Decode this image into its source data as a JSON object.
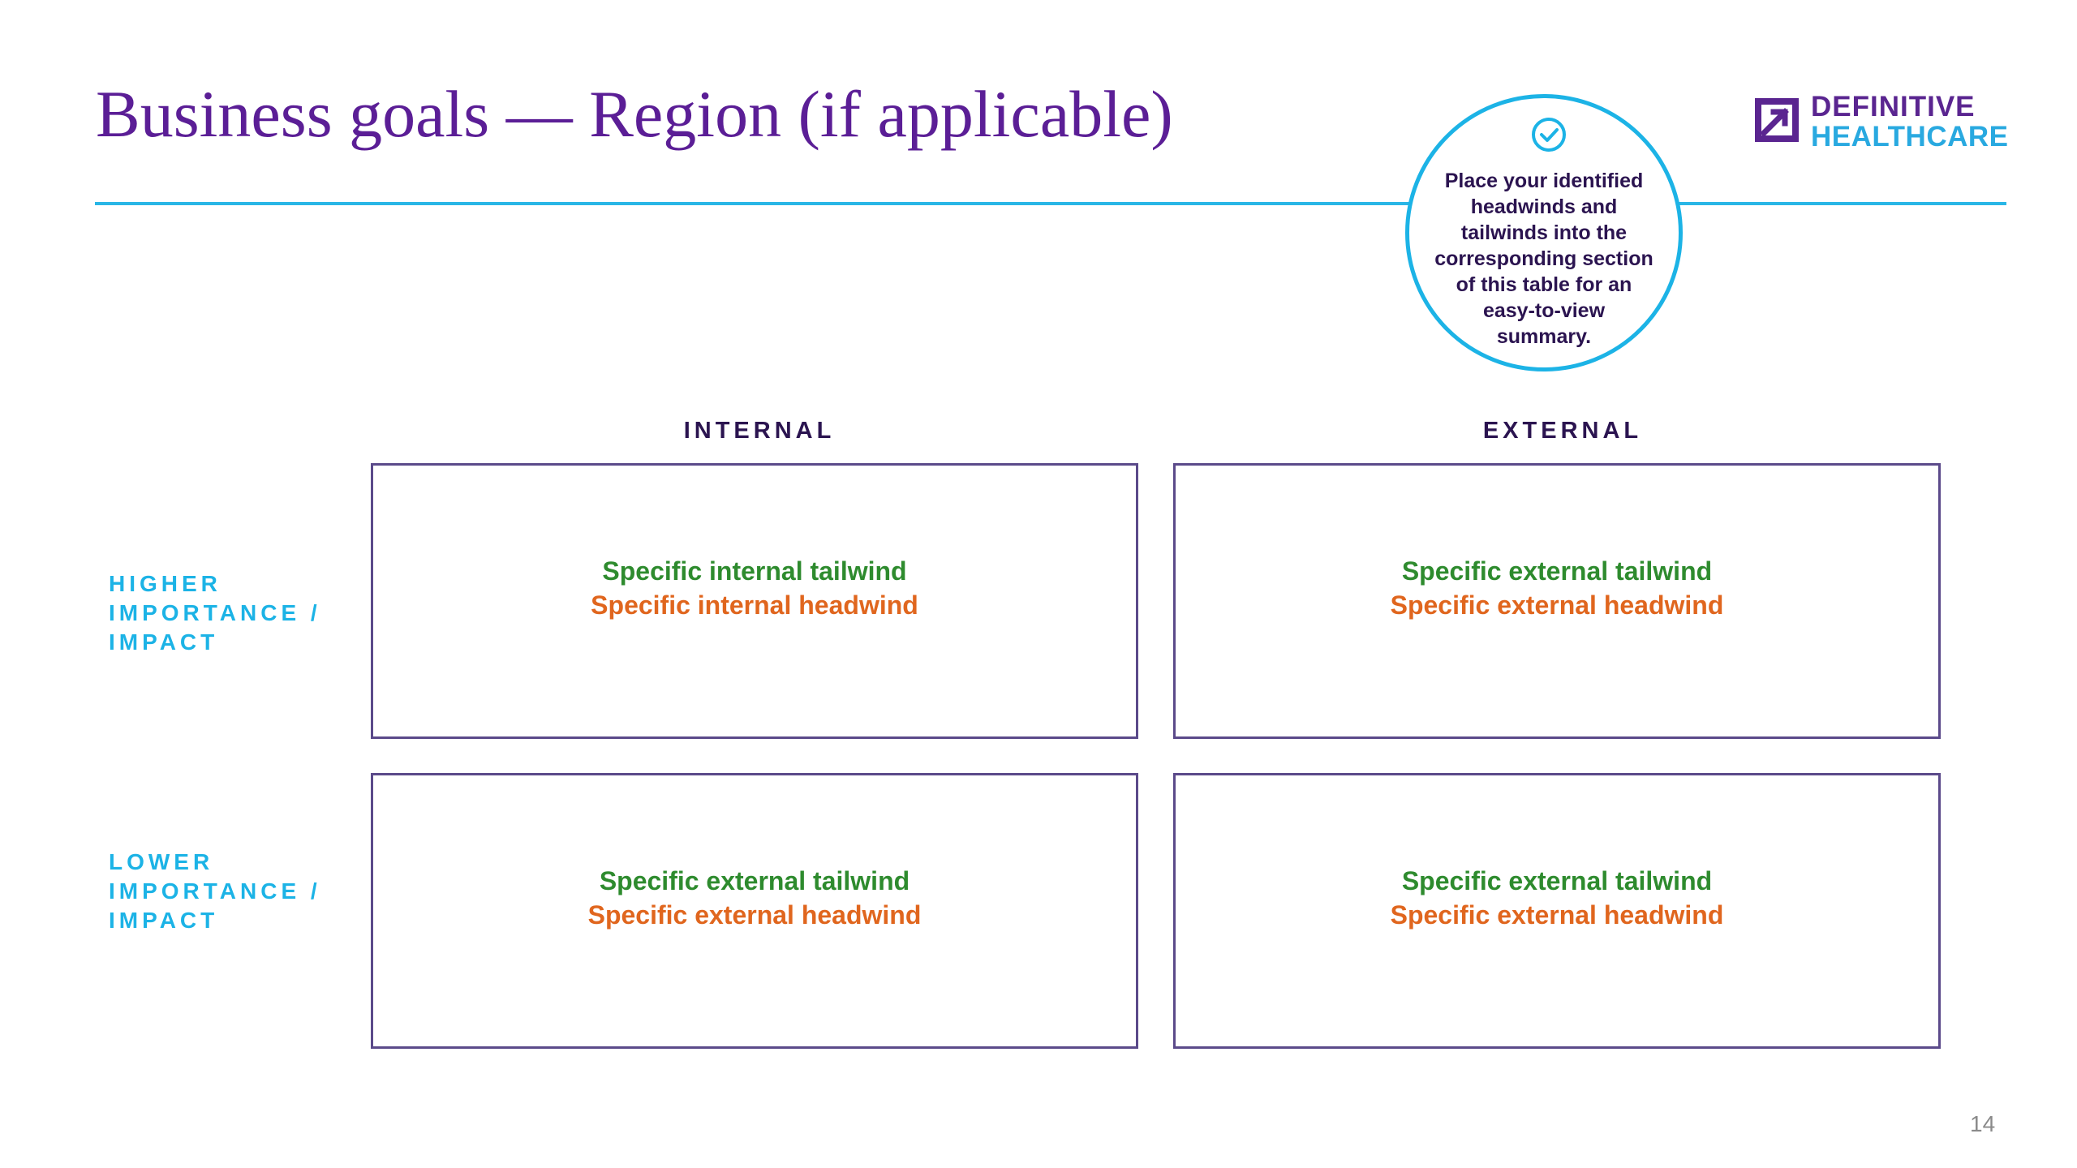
{
  "slide": {
    "title": "Business goals — Region (if applicable)",
    "page_number": "14"
  },
  "logo": {
    "line1": "DEFINITIVE",
    "line2": "HEALTHCARE",
    "icon": "arrow-in-square-icon"
  },
  "callout": {
    "icon": "check-circle-icon",
    "text": "Place your identified headwinds and tailwinds into the corresponding section of this table for an easy-to-view summary."
  },
  "matrix": {
    "columns": [
      "INTERNAL",
      "EXTERNAL"
    ],
    "rows": [
      {
        "line1": "HIGHER",
        "line2": "IMPORTANCE /",
        "line3": "IMPACT"
      },
      {
        "line1": "LOWER",
        "line2": "IMPORTANCE /",
        "line3": "IMPACT"
      }
    ],
    "cells": [
      [
        {
          "tailwind": "Specific internal tailwind",
          "headwind": "Specific internal headwind"
        },
        {
          "tailwind": "Specific external tailwind",
          "headwind": "Specific external headwind"
        }
      ],
      [
        {
          "tailwind": "Specific external tailwind",
          "headwind": "Specific external headwind"
        },
        {
          "tailwind": "Specific external tailwind",
          "headwind": "Specific external headwind"
        }
      ]
    ]
  },
  "colors": {
    "title": "#5b1e96",
    "accent": "#1cb3e6",
    "tailwind": "#2e8b2e",
    "headwind": "#e0661e",
    "dark": "#2b1450"
  }
}
